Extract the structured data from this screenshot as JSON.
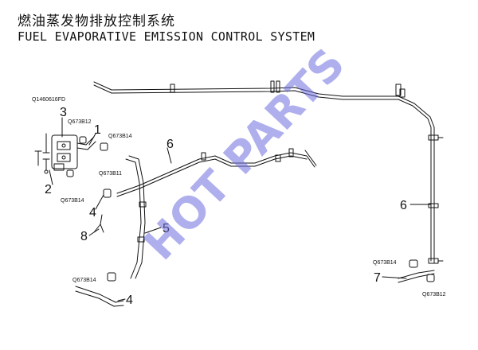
{
  "title_cn": "燃油蒸发物排放控制系统",
  "title_en": "FUEL EVAPORATIVE EMISSION CONTROL SYSTEM",
  "watermark": "HOT PARTS",
  "part_numbers": {
    "q1460616fd": "Q1460616FD",
    "q673b12_top": "Q673B12",
    "q673b14_top": "Q673B14",
    "q673b11": "Q673B11",
    "q673b14_left": "Q673B14",
    "q673b14_bottom": "Q673B14",
    "q673b14_right": "Q673B14",
    "q673b12_right": "Q673B12"
  },
  "callouts": {
    "c1": "1",
    "c2": "2",
    "c3": "3",
    "c4_top": "4",
    "c4_bottom": "4",
    "c5": "5",
    "c6_top": "6",
    "c6_right": "6",
    "c7": "7",
    "c8": "8"
  },
  "colors": {
    "line": "#111111",
    "watermark": "#6f6fe0"
  }
}
